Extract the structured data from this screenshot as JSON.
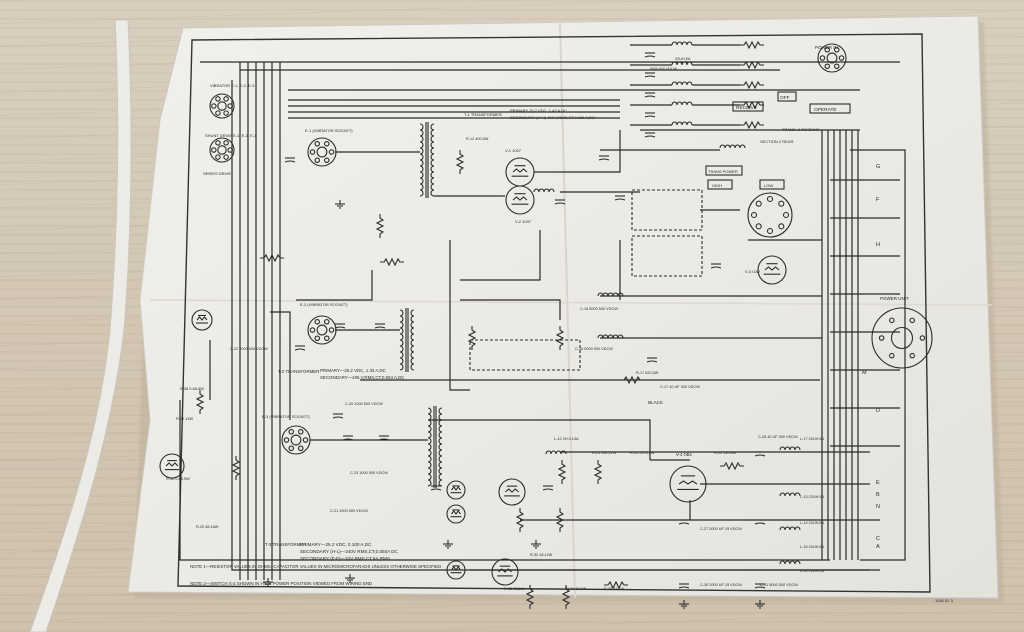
{
  "photo": {
    "colors": {
      "wood": "#d4c8b6",
      "paper": "#ecebe6",
      "ink": "#2a2a2a"
    }
  },
  "schematic": {
    "title": "POWER SUPPLY PP-112/GR SCHEMATIC DIAGRAM",
    "labels": {
      "vibrator_top": "VIBRATOR E-1, E-2, E-3",
      "shunt_drive": "SHUNT DRIVE E-1, E-2, E-3",
      "series_drive": "SERIES DRIVE",
      "power_in": "POWER IN",
      "power_unit": "POWER UNIT",
      "receive": "RECEIVE",
      "operate": "OPERATE",
      "off": "OFF",
      "trans_receive": "TRANS. & RECEIVE",
      "trans_power": "TRANS POWER",
      "high": "HIGH",
      "low": "LOW",
      "section_rear": "SECTION 2 REAR",
      "black": "BLACK",
      "v1": "V-1 1007",
      "v2": "V-2 1007",
      "v3": "V-3 OA2",
      "v4": "V-4 OB2",
      "e1_socket": "E-1 (VIBRATOR SOCKET)",
      "e2_socket": "E-2 (VIBRATOR SOCKET)",
      "e3_socket": "E-3 (VIBRATOR SOCKET)",
      "t1": "T-1 TRANSFORMER",
      "t2": "T-2 TRANSFORMER",
      "t3": "T-3 TRANSFORMER",
      "t1_primary": "PRIMARY 25.2 VDC, 1.42 A,DC",
      "t1_secondary": "SECONDARY (H-H) 420 V,RMS,CT,0.100 A,DC",
      "t2_primary": "PRIMARY—25.2 VDC, 1.33 A,DC",
      "t2_secondary": "SECONDARY—405 V,RMS,CT,0.054 A,DC",
      "t3_primary": "PRIMARY—25.2 VDC, 0.100 A,DC",
      "t3_secondary_a": "SECONDARY (H-L)—240V RMS,CT,0.050A DC",
      "t3_secondary_b": "SECONDARY (F-F)—10V RMS,CT,6A,RMS",
      "note1": "NOTE 1—RESISTOR VALUES IN OHMS. CAPACITOR VALUES IN MICROMICROFARADS UNLESS OTHERWISE SPECIFIED",
      "note2": "NOTE 2—SWITCH S-2 SHOWN IN HIGH POWER POSITION VIEWED FROM WIRING END",
      "c20": "C-20 1000 500 VDCW",
      "c23": "C-23 1000 500 VDCW",
      "c21": "C-21 1000 500 VDCW",
      "c22": "C-22 2000 500 VDCW",
      "c27": "C-27 2000 UF 15 VDCW",
      "c30": "C-30 2000 UF 15 VDCW",
      "c31": "C-31 5000 500 VDCW",
      "c25": "C-25 40 UF 300 VDCW",
      "c17": "C-17 40 UF 300 VDCW",
      "c16": "C-16 5000 500 VDCW",
      "c15": "C-15 5000 500 VDCW",
      "r12": "R-12 400,5W",
      "r17": "R-17 620,5W",
      "r21": "R-21 282,12W",
      "r22": "R-22 220,12W",
      "r23": "R-23 140,8W",
      "r20": "R-20 48,18W",
      "r38": "R-38 0.8A,5W",
      "r39": "R-39 13W",
      "r40": "R-40 0.8A,5W",
      "r32": "R-32 18,12W",
      "r33": "R-33 13,1W",
      "r34": "R-34 18,1W",
      "r35": "R-35 13,1W",
      "l12": "L-12 2H,0.13A",
      "l13": "L-13 22UH,5A",
      "l14": "L-14 22UH,5A",
      "l15": "L-15 22UH,5A",
      "l16": "L-16 22UH,5A",
      "l17": "L-17 22UH,5A",
      "choke_22uh": "22UH,5A",
      "v5000": "5000 500 VDCW",
      "terminals": [
        "A",
        "B",
        "C",
        "D",
        "E",
        "F",
        "G",
        "H",
        "M",
        "N"
      ],
      "tag": "1040 02 3"
    }
  }
}
